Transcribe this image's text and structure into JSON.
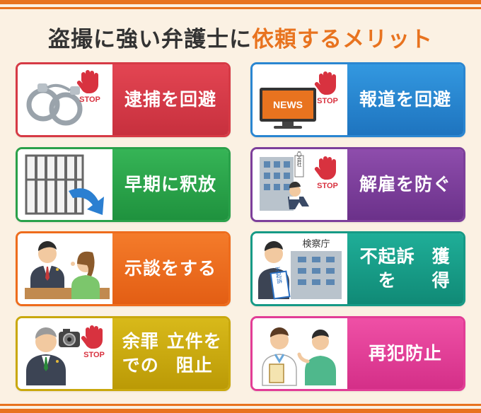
{
  "title": {
    "prefix": "盗撮に強い弁護士に",
    "accent": "依頼するメリット"
  },
  "colors": {
    "accent": "#e8731f",
    "background": "#fbf1e3"
  },
  "cards": [
    {
      "lines": [
        "逮捕を回避"
      ],
      "color": "#d63a45",
      "icon": "handcuffs-stop-icon",
      "stop": "STOP"
    },
    {
      "lines": [
        "報道を回避"
      ],
      "color": "#2a86d1",
      "icon": "news-tv-stop-icon",
      "stop": "STOP",
      "badge": "NEWS"
    },
    {
      "lines": [
        "早期に釈放"
      ],
      "color": "#2aa14a",
      "icon": "jail-release-icon"
    },
    {
      "lines": [
        "解雇を防ぐ"
      ],
      "color": "#7d3f9b",
      "icon": "company-dismissal-stop-icon",
      "stop": "STOP",
      "sign": "〇〇会社"
    },
    {
      "lines": [
        "示談をする"
      ],
      "color": "#ee6c1c",
      "icon": "settlement-talk-icon"
    },
    {
      "lines": [
        "不起訴を",
        "獲得"
      ],
      "color": "#169a86",
      "icon": "prosecutor-office-icon",
      "sign": "検察庁",
      "doc": "不起訴"
    },
    {
      "lines": [
        "余罪での",
        "立件を阻止"
      ],
      "color": "#c9a80d",
      "icon": "camera-lawyer-stop-icon",
      "stop": "STOP"
    },
    {
      "lines": [
        "再犯防止"
      ],
      "color": "#e23d96",
      "icon": "counseling-icon"
    }
  ]
}
